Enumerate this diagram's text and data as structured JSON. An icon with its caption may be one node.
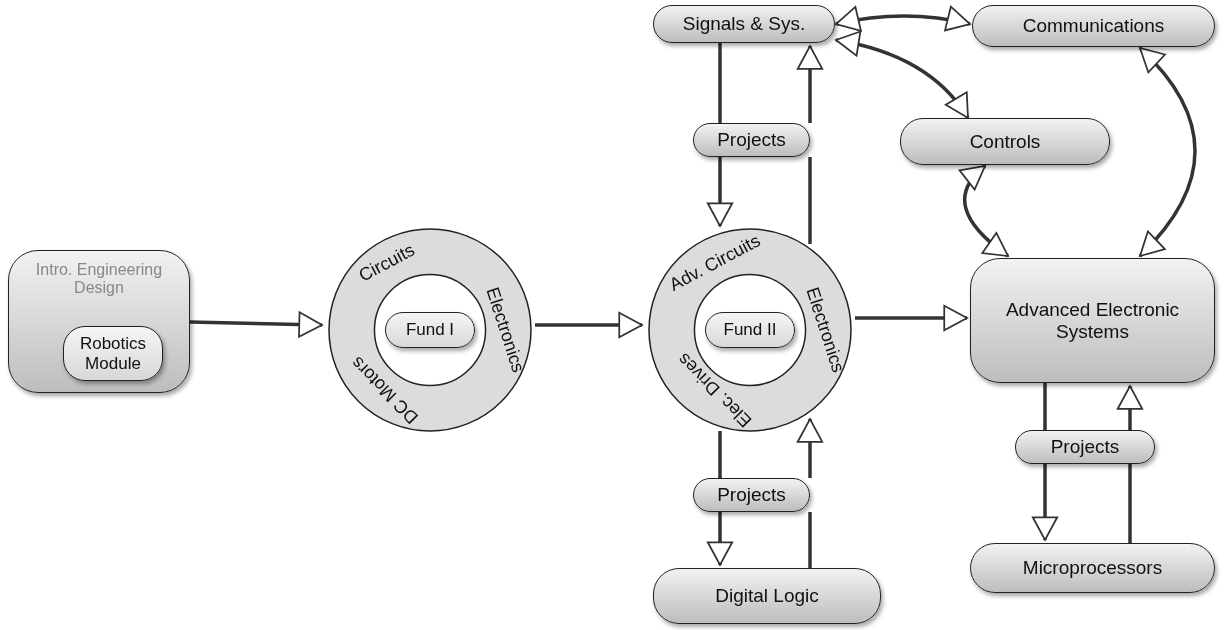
{
  "diagram": {
    "nodes": [
      {
        "text": [
          "Intro. Engineering Design"
        ]
      },
      {
        "text": [
          "Robotics Module"
        ],
        "in": 0
      },
      {
        "text": [
          "Circuits",
          "Electronics",
          "DC Motors"
        ]
      },
      {
        "text": [
          "Fund I"
        ],
        "in": 2
      },
      {
        "text": [
          "Adv. Circuits",
          "Electronics",
          "Elec. Drives"
        ]
      },
      {
        "text": [
          "Fund II"
        ],
        "in": 4
      },
      {
        "text": [
          "Signals & Sys."
        ]
      },
      {
        "text": [
          "Communications"
        ]
      },
      {
        "text": [
          "Controls"
        ]
      },
      {
        "text": [
          "Projects"
        ]
      },
      {
        "text": [
          "Advanced Electronic Systems"
        ]
      },
      {
        "text": [
          "Projects"
        ]
      },
      {
        "text": [
          "Digital Logic"
        ]
      },
      {
        "text": [
          "Projects"
        ]
      },
      {
        "text": [
          "Microprocessors"
        ]
      }
    ],
    "edges": [
      {
        "from": 0,
        "to": 2,
        "arrow": "to"
      },
      {
        "from": 2,
        "to": 4,
        "arrow": "to"
      },
      {
        "from": 4,
        "to": 10,
        "arrow": "to"
      },
      {
        "from": 6,
        "to": 7,
        "arrow": "both"
      },
      {
        "from": 6,
        "to": 8,
        "arrow": "both"
      },
      {
        "from": 8,
        "to": 10,
        "arrow": "both"
      },
      {
        "from": 7,
        "to": 10,
        "arrow": "both"
      },
      {
        "from": 6,
        "to": 9,
        "arrow": "none"
      },
      {
        "from": 9,
        "to": 4,
        "arrow": "to"
      },
      {
        "from": 4,
        "to": 9,
        "arrow": "none"
      },
      {
        "from": 9,
        "to": 6,
        "arrow": "to"
      },
      {
        "from": 4,
        "to": 11,
        "arrow": "none"
      },
      {
        "from": 11,
        "to": 12,
        "arrow": "to"
      },
      {
        "from": 12,
        "to": 11,
        "arrow": "none"
      },
      {
        "from": 11,
        "to": 4,
        "arrow": "to"
      },
      {
        "from": 10,
        "to": 13,
        "arrow": "none"
      },
      {
        "from": 13,
        "to": 14,
        "arrow": "to"
      },
      {
        "from": 14,
        "to": 13,
        "arrow": "none"
      },
      {
        "from": 13,
        "to": 10,
        "arrow": "to"
      }
    ]
  }
}
